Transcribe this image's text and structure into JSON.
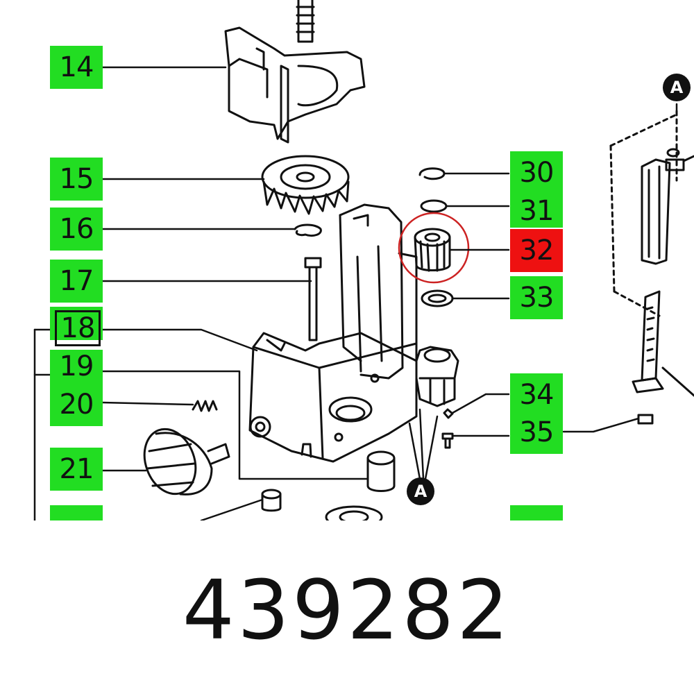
{
  "callouts": [
    {
      "id": "c14",
      "label": "14",
      "highlight": false
    },
    {
      "id": "c15",
      "label": "15",
      "highlight": false
    },
    {
      "id": "c16",
      "label": "16",
      "highlight": false
    },
    {
      "id": "c17",
      "label": "17",
      "highlight": false
    },
    {
      "id": "c18",
      "label": "18",
      "highlight": false
    },
    {
      "id": "c19",
      "label": "19",
      "highlight": false
    },
    {
      "id": "c20",
      "label": "20",
      "highlight": false
    },
    {
      "id": "c21",
      "label": "21",
      "highlight": false
    },
    {
      "id": "c30",
      "label": "30",
      "highlight": false
    },
    {
      "id": "c31",
      "label": "31",
      "highlight": false
    },
    {
      "id": "c32",
      "label": "32",
      "highlight": true
    },
    {
      "id": "c33",
      "label": "33",
      "highlight": false
    },
    {
      "id": "c34",
      "label": "34",
      "highlight": false
    },
    {
      "id": "c35",
      "label": "35",
      "highlight": false
    }
  ],
  "reference_marker": "A",
  "part_number": "439282",
  "colors": {
    "callout": "#22dd22",
    "highlight": "#ee1111",
    "highlight_circle": "#cc2222",
    "lines": "#111111"
  }
}
